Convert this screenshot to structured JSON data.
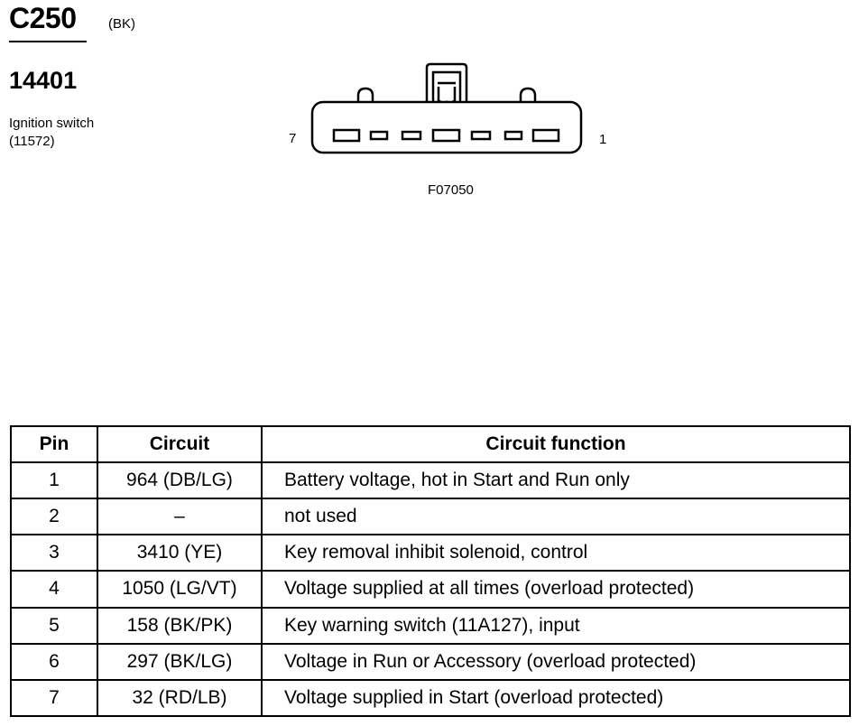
{
  "connector": {
    "id": "C250",
    "color": "(BK)"
  },
  "part": {
    "number": "14401",
    "name": "Ignition switch",
    "ref": "(11572)"
  },
  "diagram": {
    "pin_left": "7",
    "pin_right": "1",
    "figure_id": "F07050"
  },
  "table": {
    "headers": {
      "pin": "Pin",
      "circuit": "Circuit",
      "function": "Circuit function"
    },
    "rows": [
      {
        "pin": "1",
        "circuit": "964 (DB/LG)",
        "function": "Battery voltage, hot in Start and Run only"
      },
      {
        "pin": "2",
        "circuit": "–",
        "function": "not used"
      },
      {
        "pin": "3",
        "circuit": "3410 (YE)",
        "function": "Key removal inhibit solenoid, control"
      },
      {
        "pin": "4",
        "circuit": "1050 (LG/VT)",
        "function": "Voltage supplied at all times (overload protected)"
      },
      {
        "pin": "5",
        "circuit": "158 (BK/PK)",
        "function": "Key warning switch (11A127), input"
      },
      {
        "pin": "6",
        "circuit": "297 (BK/LG)",
        "function": "Voltage in Run or Accessory (overload protected)"
      },
      {
        "pin": "7",
        "circuit": "32 (RD/LB)",
        "function": "Voltage supplied in Start (overload protected)"
      }
    ]
  }
}
